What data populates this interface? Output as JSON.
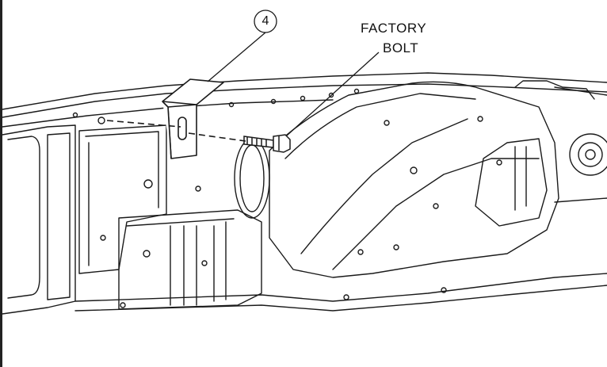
{
  "callout": {
    "number": "4"
  },
  "label": {
    "line1": "FACTORY",
    "line2": "BOLT"
  },
  "colors": {
    "line": "#1a1a1a",
    "background": "#ffffff"
  }
}
